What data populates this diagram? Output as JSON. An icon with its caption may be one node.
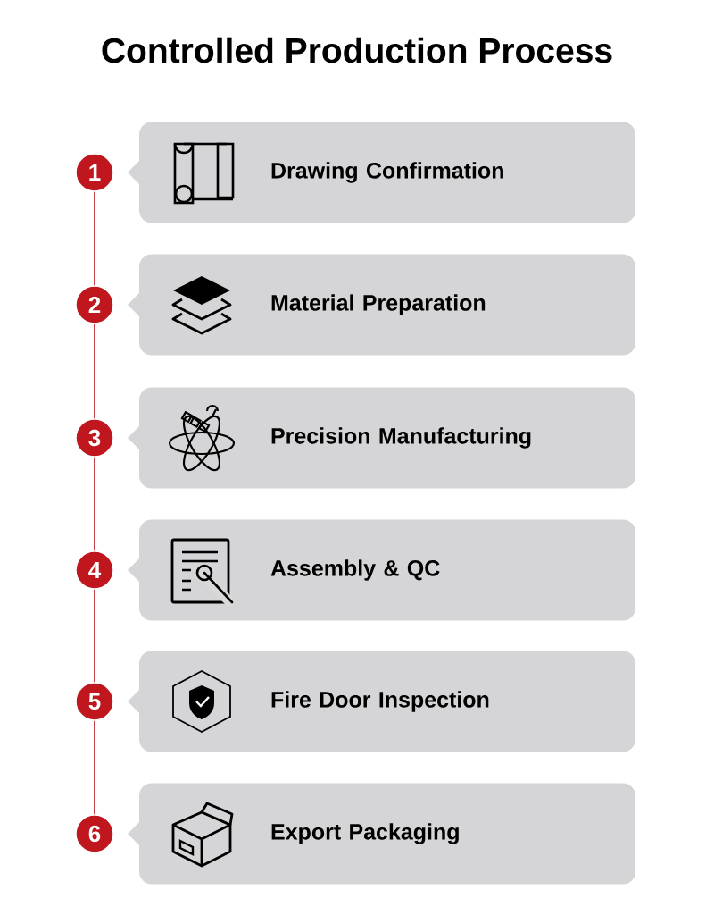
{
  "diagram": {
    "title": "Controlled Production Process",
    "nodes": [
      {
        "text": [
          "1"
        ]
      },
      {
        "text": [
          "Drawing Confirmation"
        ]
      },
      {
        "text": [
          "2"
        ]
      },
      {
        "text": [
          "Material Preparation"
        ]
      },
      {
        "text": [
          "3"
        ]
      },
      {
        "text": [
          "Precision Manufacturing"
        ]
      },
      {
        "text": [
          "4"
        ]
      },
      {
        "text": [
          "Assembly & QC"
        ]
      },
      {
        "text": [
          "5"
        ]
      },
      {
        "text": [
          "Fire Door Inspection"
        ]
      },
      {
        "text": [
          "6"
        ]
      },
      {
        "text": [
          "Export Packaging"
        ]
      }
    ],
    "edges": [
      {
        "from": 0,
        "to": 2,
        "arrow": "none"
      },
      {
        "from": 2,
        "to": 4,
        "arrow": "none"
      },
      {
        "from": 4,
        "to": 6,
        "arrow": "none"
      },
      {
        "from": 6,
        "to": 8,
        "arrow": "none"
      },
      {
        "from": 8,
        "to": 10,
        "arrow": "none"
      }
    ]
  }
}
